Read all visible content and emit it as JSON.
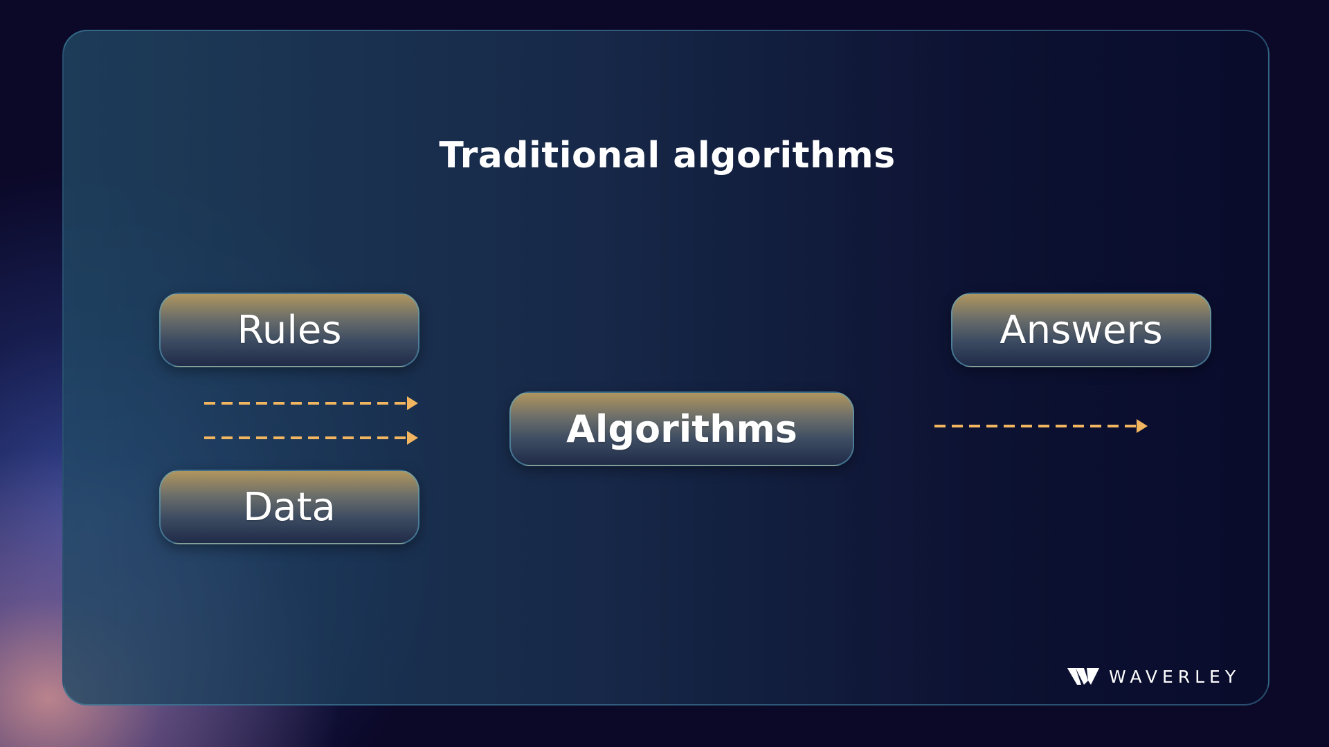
{
  "slide": {
    "title": "Traditional algorithms"
  },
  "nodes": {
    "rules": "Rules",
    "data": "Data",
    "algorithms": "Algorithms",
    "answers": "Answers"
  },
  "arrows": {
    "color": "#f2b560",
    "style": "dashed"
  },
  "logo": {
    "wordmark": "WAVERLEY"
  }
}
